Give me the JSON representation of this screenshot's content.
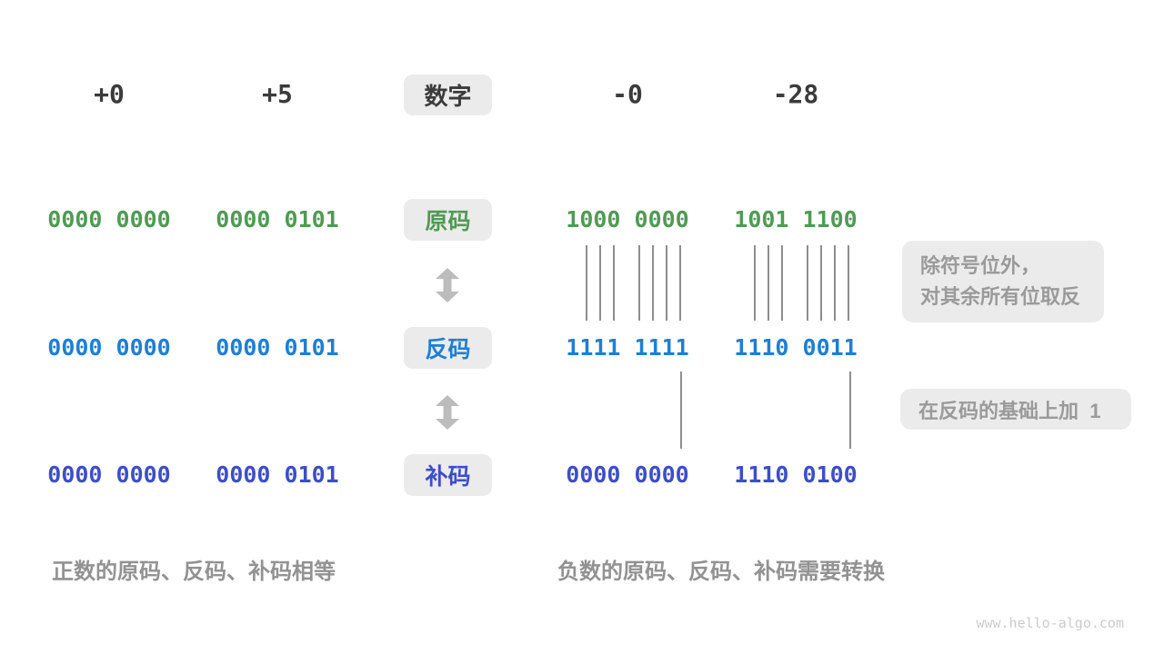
{
  "header": {
    "numbers": [
      "+0",
      "+5",
      "-0",
      "-28"
    ],
    "label": "数字"
  },
  "rows": [
    {
      "label": "原码",
      "color": "#4f9b53",
      "values": [
        "0000 0000",
        "0000 0101",
        "1000 0000",
        "1001 1100"
      ]
    },
    {
      "label": "反码",
      "color": "#1d7fd4",
      "values": [
        "0000 0000",
        "0000 0101",
        "1111 1111",
        "1110 0011"
      ]
    },
    {
      "label": "补码",
      "color": "#3c4ec8",
      "values": [
        "0000 0000",
        "0000 0101",
        "0000 0000",
        "1110 0100"
      ]
    }
  ],
  "annotations": {
    "invert_line1": "除符号位外，",
    "invert_line2": "对其余所有位取反",
    "add_one": "在反码的基础上加  1"
  },
  "captions": {
    "positive": "正数的原码、反码、补码相等",
    "negative": "负数的原码、反码、补码需要转换"
  },
  "watermark": "www.hello-algo.com",
  "colors": {
    "sign_magnitude_green": "#4f9b53",
    "ones_complement_blue": "#1d7fd4",
    "twos_complement_indigo": "#3c4ec8",
    "badge_background": "#ebebeb",
    "muted_gray_text": "#9a9a9a",
    "connector_line_gray": "#8e8e8e",
    "arrow_gray": "#bcbcbc"
  }
}
